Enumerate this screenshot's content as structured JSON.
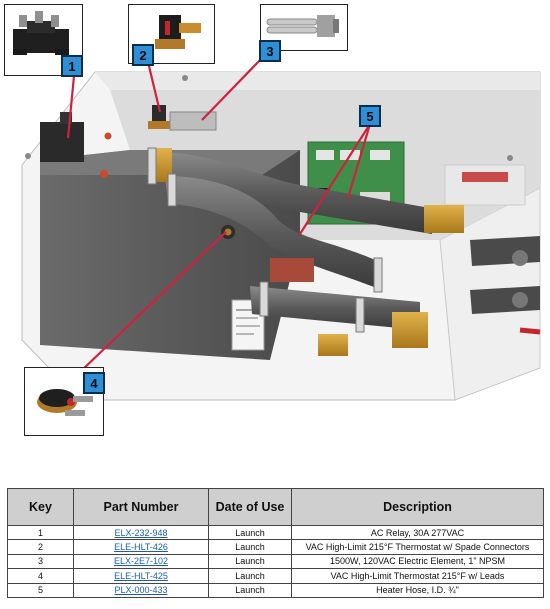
{
  "callouts": [
    {
      "key": "1",
      "icon": "ac-relay-icon"
    },
    {
      "key": "2",
      "icon": "thermostat-spade-icon"
    },
    {
      "key": "3",
      "icon": "heating-element-icon"
    },
    {
      "key": "4",
      "icon": "thermostat-leads-icon"
    },
    {
      "key": "5",
      "icon": "heater-hose-icon"
    }
  ],
  "table": {
    "headers": {
      "key": "Key",
      "part_number": "Part Number",
      "date_of_use": "Date of Use",
      "description": "Description"
    },
    "rows": [
      {
        "key": "1",
        "part_number": "ELX-232-948",
        "date": "Launch",
        "description": "AC Relay, 30A 277VAC"
      },
      {
        "key": "2",
        "part_number": "ELE-HLT-426",
        "date": "Launch",
        "description": "VAC High-Limit 215°F Thermostat w/ Spade Connectors"
      },
      {
        "key": "3",
        "part_number": "ELX-2E7-102",
        "date": "Launch",
        "description": "1500W, 120VAC Electric Element, 1\" NPSM"
      },
      {
        "key": "4",
        "part_number": "ELE-HLT-425",
        "date": "Launch",
        "description": "VAC High-Limit Thermostat 215°F w/ Leads"
      },
      {
        "key": "5",
        "part_number": "PLX-000-433",
        "date": "Launch",
        "description": "Heater Hose, I.D. ¾\""
      }
    ]
  },
  "colors": {
    "leader_line": "#d0213d",
    "key_tag": "#2f8fd6",
    "header_bg": "#cfcfcf",
    "link": "#1a5fb4"
  }
}
